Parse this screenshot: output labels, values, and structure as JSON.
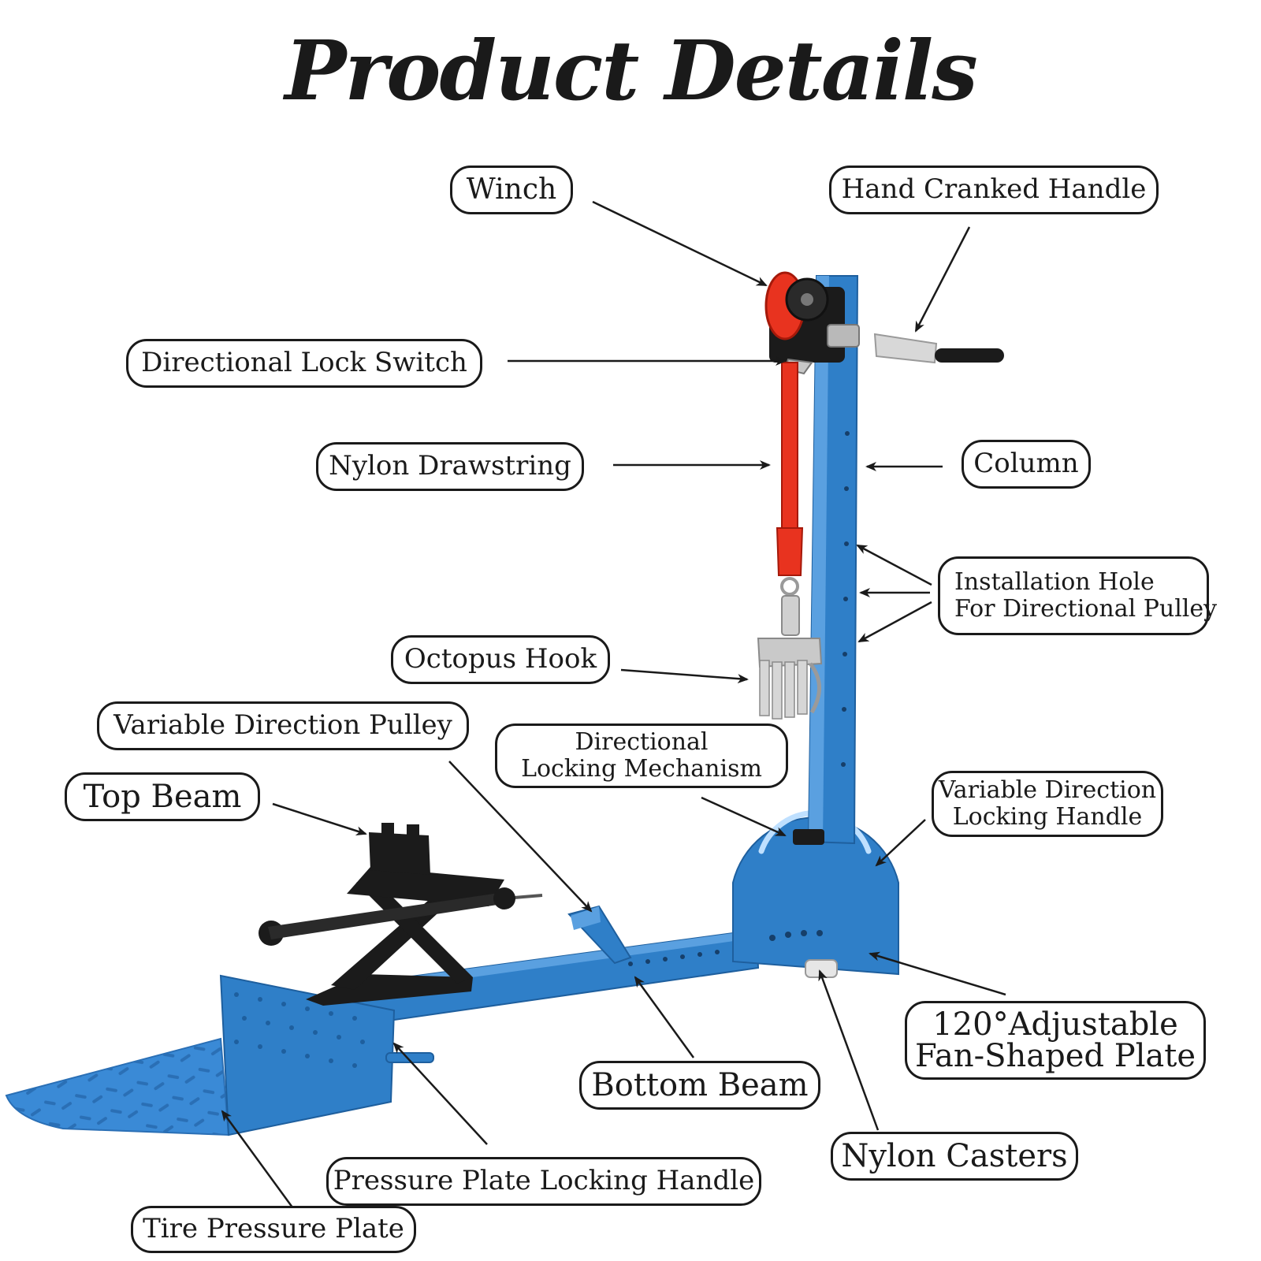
{
  "title": "Product Details",
  "colors": {
    "frame_blue": "#2f7fc8",
    "frame_blue_dark": "#1e5f9e",
    "strap_red": "#e8331f",
    "jack_black": "#1b1b1b",
    "ink": "#1a1a1a"
  },
  "labels": {
    "winch": "Winch",
    "hand_cranked_handle": "Hand Cranked Handle",
    "directional_lock_switch": "Directional Lock Switch",
    "nylon_drawstring": "Nylon Drawstring",
    "column": "Column",
    "installation_hole": [
      "Installation Hole",
      "For Directional Pulley"
    ],
    "octopus_hook": "Octopus Hook",
    "variable_direction_pulley": "Variable Direction Pulley",
    "directional_locking_mechanism": [
      "Directional",
      "Locking Mechanism"
    ],
    "top_beam": "Top Beam",
    "variable_direction_locking_handle": [
      "Variable Direction",
      "Locking Handle"
    ],
    "adjustable_plate": [
      "120°Adjustable",
      "Fan-Shaped Plate"
    ],
    "bottom_beam": "Bottom Beam",
    "nylon_casters": "Nylon Casters",
    "pressure_plate_locking_handle": "Pressure Plate Locking Handle",
    "tire_pressure_plate": "Tire Pressure Plate"
  }
}
